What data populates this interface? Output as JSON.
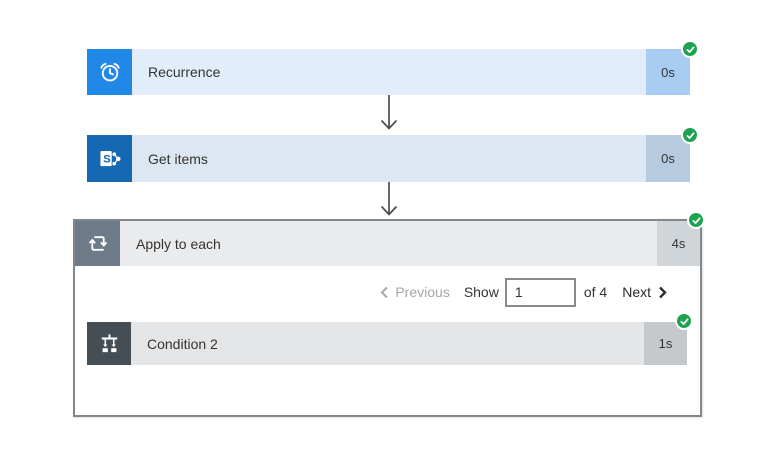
{
  "page": {
    "background": "#ffffff"
  },
  "colors": {
    "success_green": "#1FA353",
    "recurrence_icon_bg": "#2288E8",
    "recurrence_bar_bg": "#E1EDFB",
    "recurrence_duration_bg": "#A8CCF2",
    "getitems_icon_bg": "#1668B2",
    "getitems_bar_bg": "#DDE7F1",
    "getitems_duration_bg": "#B6CAE0",
    "scope_icon_bg": "#6E7B88",
    "scope_header_bg": "#E9EBEC",
    "scope_duration_bg": "#D0D5D9",
    "condition_icon_bg": "#454D55",
    "condition_bar_bg": "#E4E5E6",
    "condition_duration_bg": "#C6C9CB",
    "connector": "#4C4C4C"
  },
  "nodes": [
    {
      "title": "Recurrence",
      "duration": "0s",
      "icon": "alarm-clock-icon",
      "status": "succeeded"
    },
    {
      "title": "Get items",
      "duration": "0s",
      "icon": "sharepoint-icon",
      "status": "succeeded"
    },
    {
      "title": "Apply to each",
      "duration": "4s",
      "icon": "loop-icon",
      "status": "succeeded",
      "pagination": {
        "previous_label": "Previous",
        "show_label": "Show",
        "page_value": "1",
        "of_label": "of 4",
        "next_label": "Next"
      },
      "children": [
        {
          "title": "Condition 2",
          "duration": "1s",
          "icon": "condition-icon",
          "status": "succeeded"
        }
      ]
    }
  ]
}
